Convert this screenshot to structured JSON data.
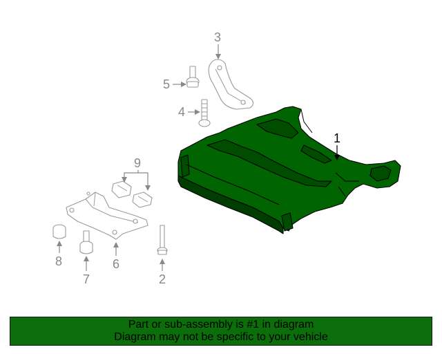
{
  "colors": {
    "highlight": "#006400",
    "ghost_stroke": "#9a9a9a",
    "callout_gray": "#888888",
    "banner_bg": "#0b6e0b"
  },
  "callouts": {
    "c1": "1",
    "c2": "2",
    "c3": "3",
    "c4": "4",
    "c5": "5",
    "c6": "6",
    "c7": "7",
    "c8": "8",
    "c9": "9"
  },
  "footer": {
    "line1": "Part or sub-assembly is #1 in diagram",
    "line2": "Diagram may not be specific to your vehicle"
  }
}
